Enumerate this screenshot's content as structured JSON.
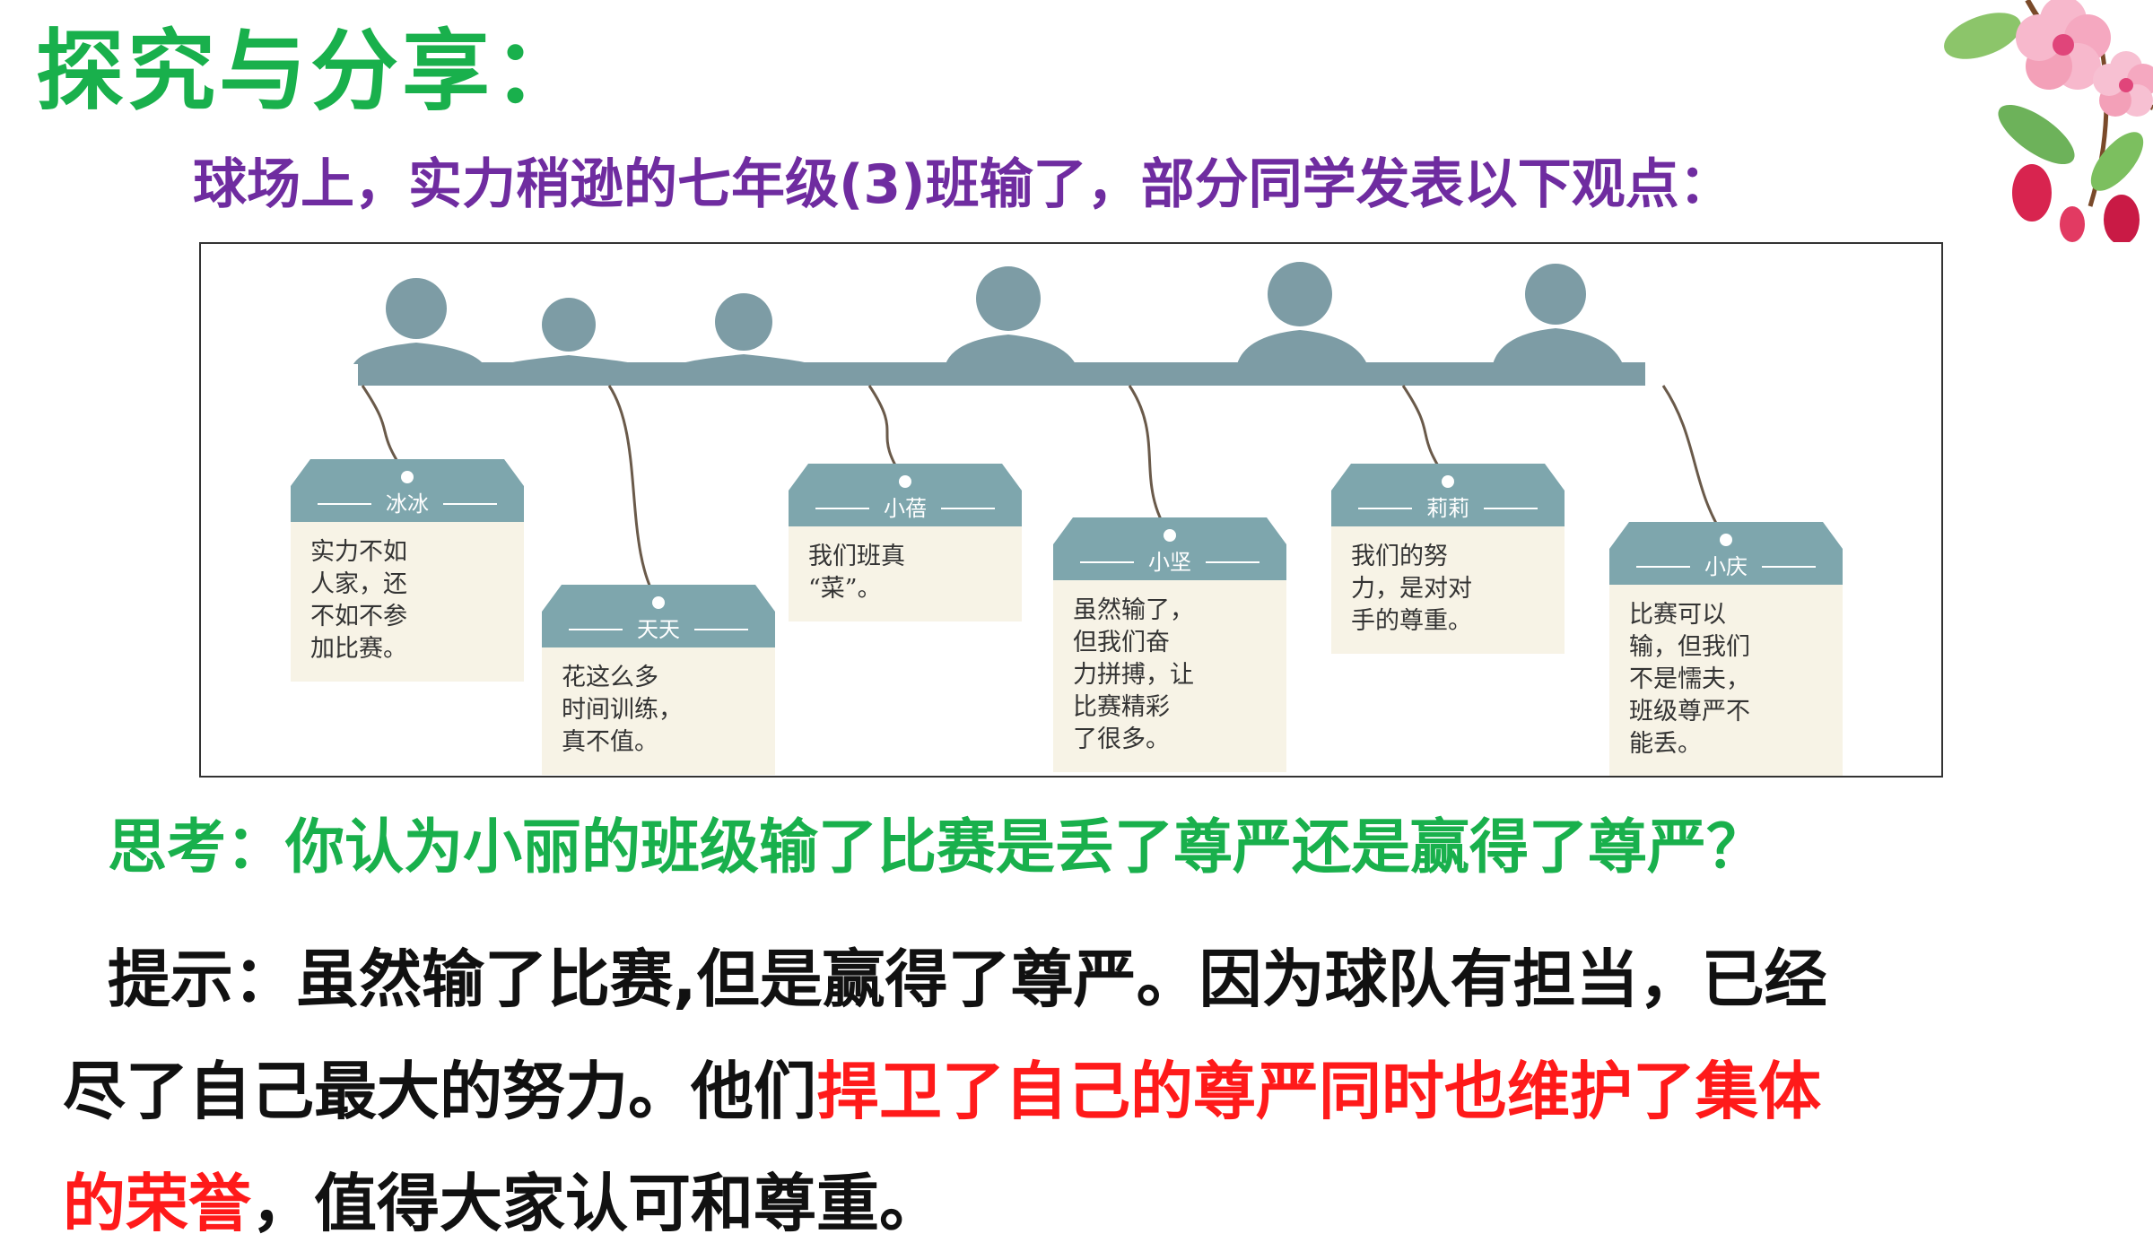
{
  "title": "探究与分享：",
  "subtitle": "球场上，实力稍逊的七年级(3)班输了，部分同学发表以下观点：",
  "tags": [
    {
      "name": "冰冰",
      "lines": [
        "实力不如",
        "人家，还",
        "不如不参",
        "加比赛。"
      ]
    },
    {
      "name": "天天",
      "lines": [
        "花这么多",
        "时间训练，",
        "真不值。"
      ]
    },
    {
      "name": "小蓓",
      "lines": [
        "我们班真",
        "“菜”。"
      ]
    },
    {
      "name": "小坚",
      "lines": [
        "虽然输了，",
        "但我们奋",
        "力拼搏，让",
        "比赛精彩",
        "了很多。"
      ]
    },
    {
      "name": "莉莉",
      "lines": [
        "我们的努",
        "力，是对对",
        "手的尊重。"
      ]
    },
    {
      "name": "小庆",
      "lines": [
        "比赛可以",
        "输，但我们",
        "不是懦夫，",
        "班级尊严不",
        "能丢。"
      ]
    }
  ],
  "question": "思考：你认为小丽的班级输了比赛是丢了尊严还是赢得了尊严？",
  "hint": {
    "part1": "提示：虽然输了比赛,但是赢得了尊严。因为球队有担当，已经",
    "part2": "尽了自己最大的努力。他们",
    "part3_red": "捍卫了自己的尊严同时也维护了集体",
    "part4_red": "的荣誉",
    "part5": "，值得大家认可和尊重。"
  },
  "colors": {
    "title_green": "#19b04c",
    "subtitle_purple": "#6f2ca0",
    "emphasis_red": "#ff1a1a",
    "silhouette": "#7d9ca5",
    "tag_fill": "#7ea6ad",
    "tag_paper": "#f7f3e6"
  }
}
